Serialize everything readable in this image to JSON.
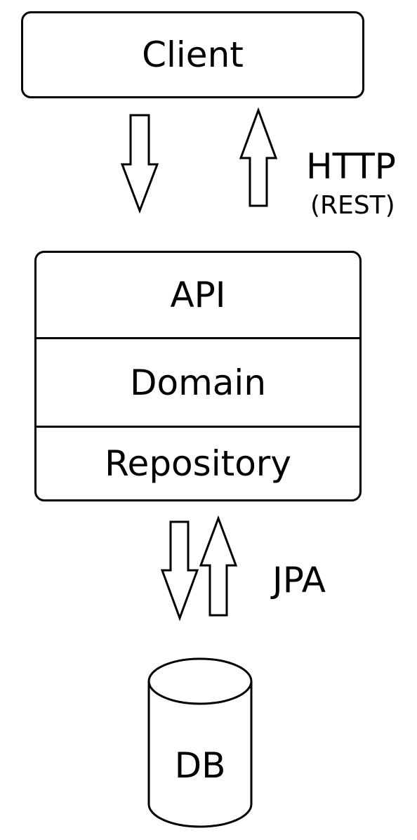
{
  "diagram": {
    "client": {
      "label": "Client"
    },
    "backend": {
      "layers": [
        {
          "label": "API"
        },
        {
          "label": "Domain"
        },
        {
          "label": "Repository"
        }
      ]
    },
    "client_backend_link": {
      "protocol": "HTTP",
      "style": "(REST)"
    },
    "backend_db_link": {
      "protocol": "JPA"
    },
    "database": {
      "label": "DB"
    }
  }
}
